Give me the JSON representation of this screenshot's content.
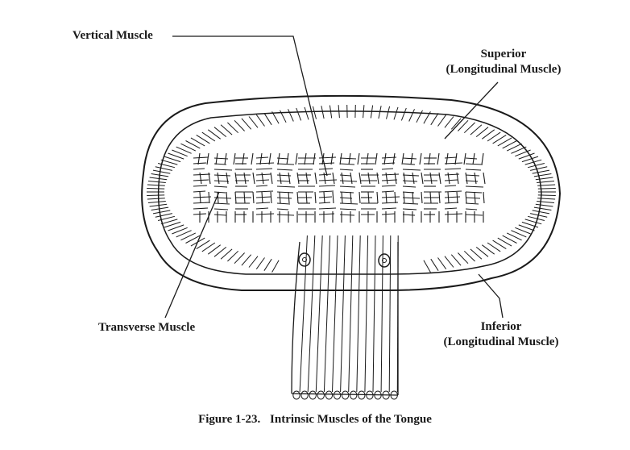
{
  "labels": {
    "vertical": "Vertical Muscle",
    "superior_line1": "Superior",
    "superior_line2": "(Longitudinal Muscle)",
    "transverse": "Transverse Muscle",
    "inferior_line1": "Inferior",
    "inferior_line2": "(Longitudinal Muscle)"
  },
  "caption": {
    "number": "Figure 1-23.",
    "title": "Intrinsic Muscles of the Tongue"
  },
  "colors": {
    "ink": "#1a1a1a",
    "paper": "#ffffff"
  }
}
